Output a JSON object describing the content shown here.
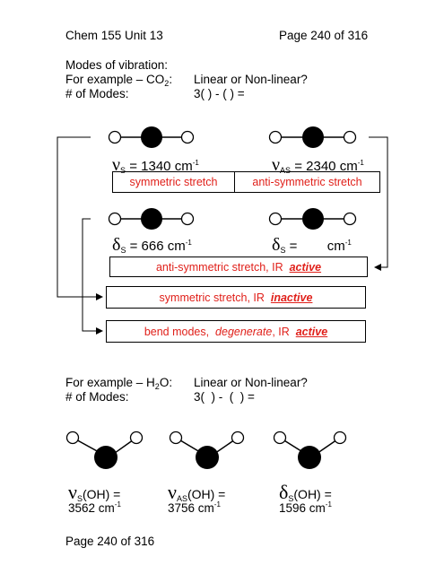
{
  "header": {
    "course": "Chem 155 Unit 13",
    "page": "Page 240 of 316"
  },
  "intro": {
    "title": "Modes of vibration:",
    "example_prefix": "For example – CO",
    "example_sub": "2",
    "example_suffix": ":",
    "linear_question": "Linear or Non-linear?",
    "modes_label": "# of Modes:",
    "modes_formula": "3(  ) -  ( ) ="
  },
  "co2": {
    "nu_s": {
      "symbol": "ν",
      "sub": "S",
      "value": " = 1340 cm",
      "sup": "-1"
    },
    "nu_as": {
      "symbol": "ν",
      "sub": "AS",
      "value": " = 2340 cm",
      "sup": "-1"
    },
    "delta_1": {
      "symbol": "δ",
      "sub": "S",
      "value": " = 666 cm",
      "sup": "-1"
    },
    "delta_2": {
      "symbol": "δ",
      "sub": "S",
      "value": " =        cm",
      "sup": "-1"
    },
    "box_symmetric": "symmetric stretch",
    "box_antisymmetric": "anti-symmetric stretch",
    "answer_1_prefix": "anti-symmetric stretch, IR ",
    "answer_1_emph": "active",
    "answer_2_prefix": "symmetric stretch, IR ",
    "answer_2_emph": "inactive",
    "answer_3_prefix": "bend modes, ",
    "answer_3_italic": "degenerate",
    "answer_3_mid": ", IR ",
    "answer_3_emph": "active"
  },
  "h2o": {
    "example_prefix": "For example – H",
    "example_sub": "2",
    "example_suffix": "O:",
    "linear_question": "Linear or Non-linear?",
    "modes_label": "# of Modes:",
    "modes_formula": "3(  ) -  (  ) =",
    "mode_1": {
      "symbol": "ν",
      "sub": "S",
      "label": "(OH) =",
      "value": "3562 cm",
      "sup": "-1"
    },
    "mode_2": {
      "symbol": "ν",
      "sub": "AS",
      "label": "(OH) =",
      "value": "3756 cm",
      "sup": "-1"
    },
    "mode_3": {
      "symbol": "δ",
      "sub": "S",
      "label": "(OH) =",
      "value": "1596 cm",
      "sup": "-1"
    }
  },
  "footer": {
    "page": "Page 240 of 316"
  },
  "colors": {
    "accent_red": "#e0201a"
  }
}
